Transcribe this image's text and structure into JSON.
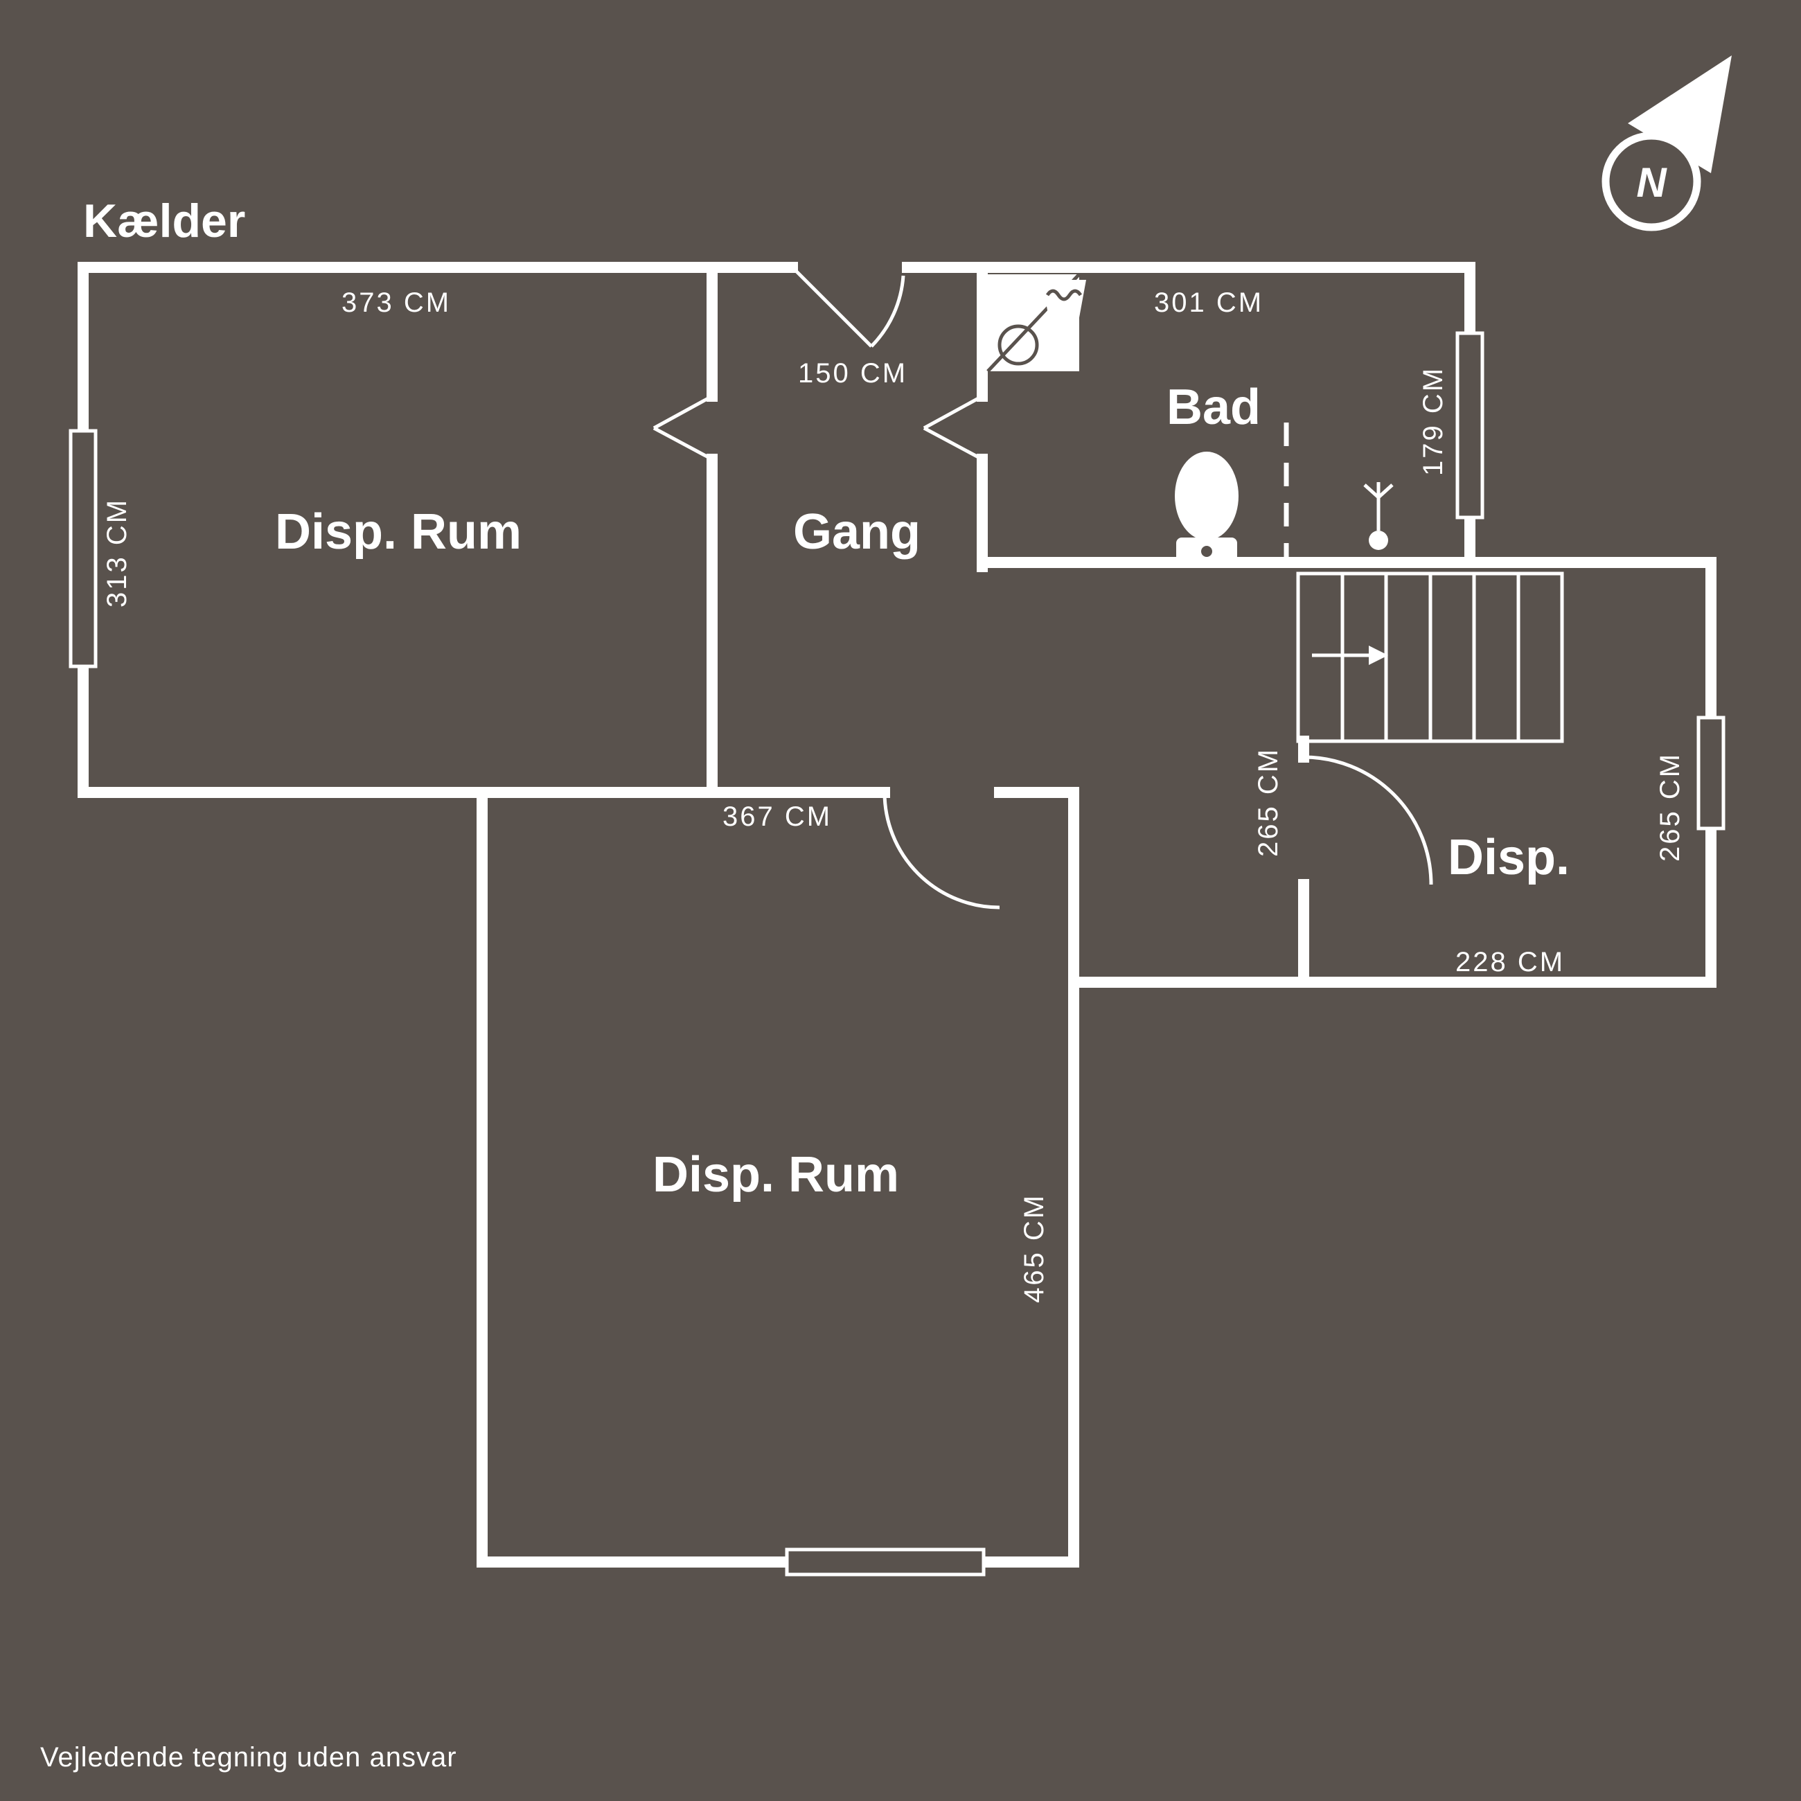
{
  "title": "Kælder",
  "disclaimer": "Vejledende tegning uden ansvar",
  "compass": {
    "label": "N"
  },
  "colors": {
    "background": "#59524d",
    "walls": "#ffffff",
    "text": "#ffffff"
  },
  "rooms": {
    "disp_rum_upper": "Disp. Rum",
    "gang": "Gang",
    "bad": "Bad",
    "disp": "Disp.",
    "disp_rum_lower": "Disp. Rum"
  },
  "dims": {
    "top_left": "373 CM",
    "gang_entrance": "150 CM",
    "bad_top": "301 CM",
    "bad_right": "179 CM",
    "left_wall": "313 CM",
    "middle_wall": "367 CM",
    "stairs_left": "265 CM",
    "right_wall": "265 CM",
    "disp_bottom": "228 CM",
    "lower_room_right": "465 CM"
  }
}
